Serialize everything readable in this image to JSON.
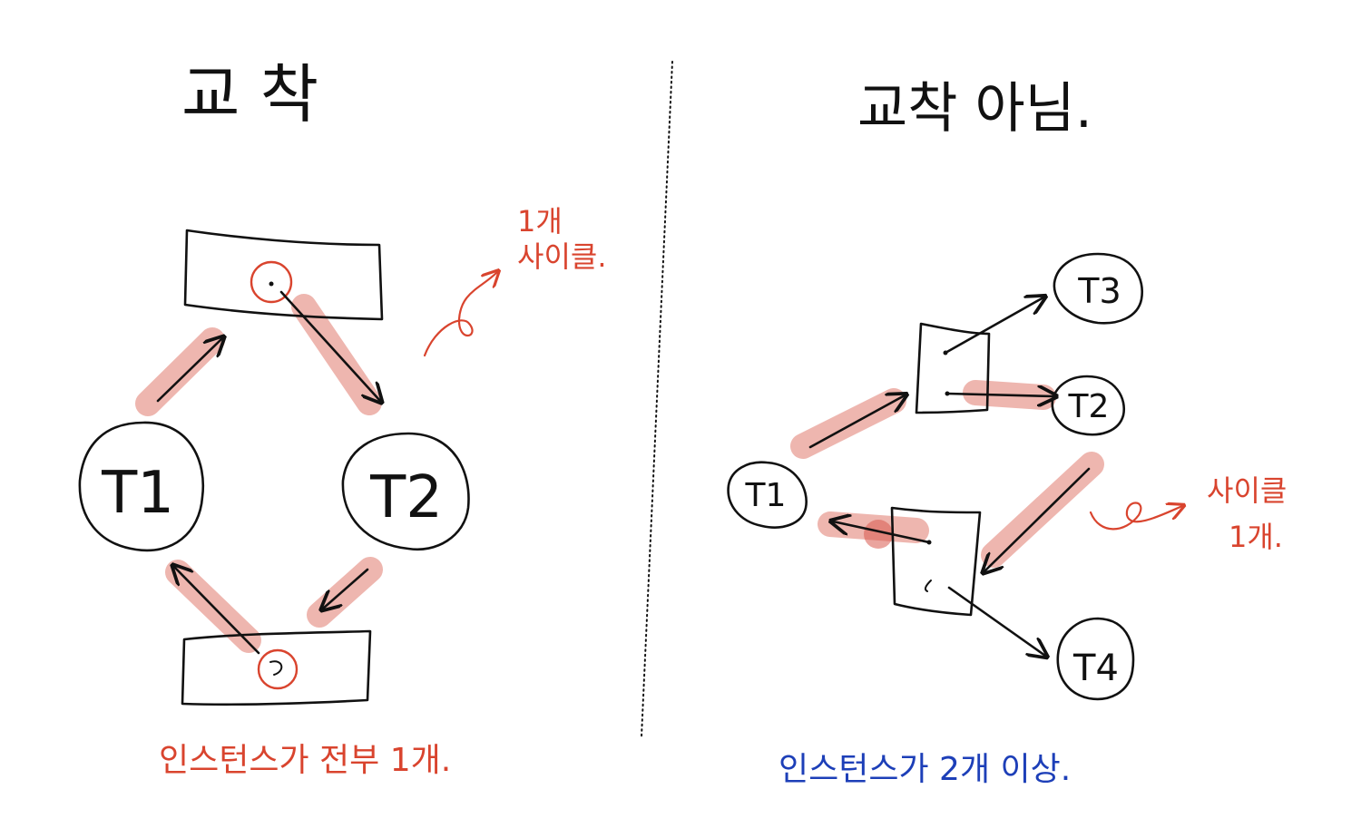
{
  "colors": {
    "ink": "#111111",
    "red_ink": "#d9442e",
    "blue_ink": "#1d3fb8",
    "highlight": "#e07a6e"
  },
  "left": {
    "title": "교 착",
    "nodes": {
      "t1": "T1",
      "t2": "T2"
    },
    "annotation": [
      "1개",
      "사이클."
    ],
    "caption": "인스턴스가 전부 1개."
  },
  "right": {
    "title": "교착 아님.",
    "nodes": {
      "t1": "T1",
      "t2": "T2",
      "t3": "T3",
      "t4": "T4"
    },
    "annotation": [
      "사이클",
      "1개."
    ],
    "caption": "인스턴스가 2개 이상."
  }
}
